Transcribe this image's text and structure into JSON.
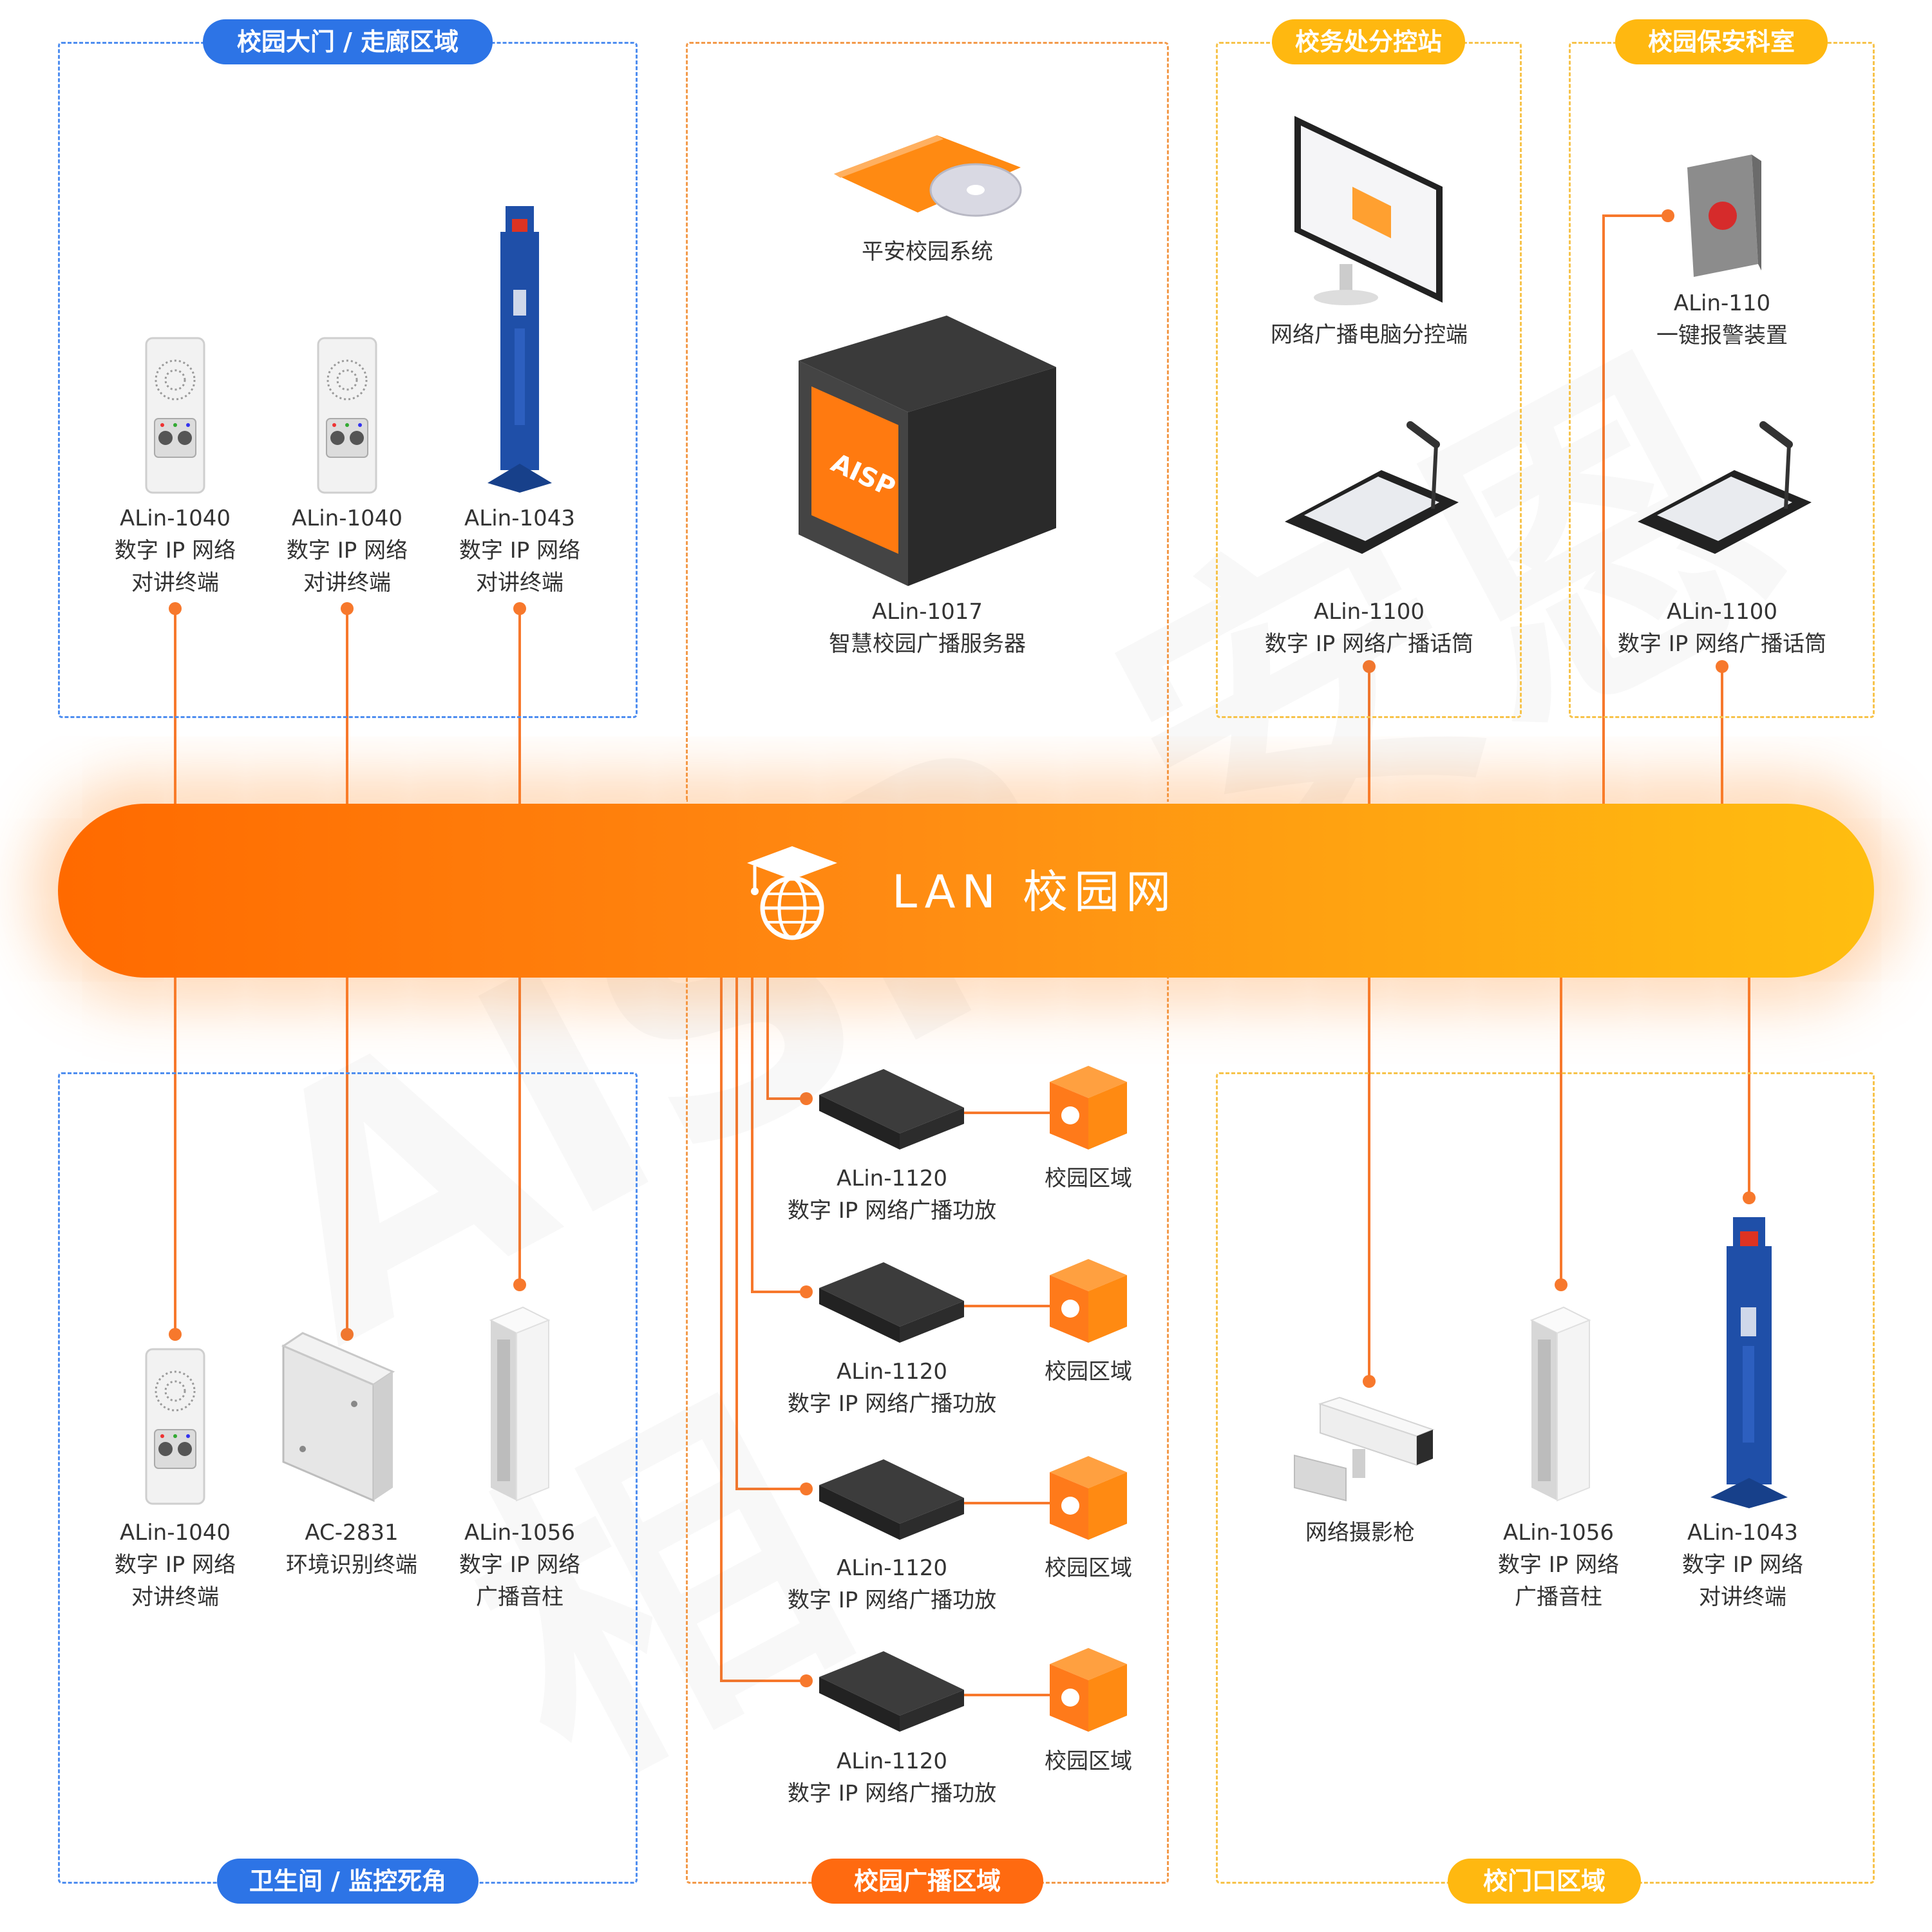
{
  "lan": {
    "title": "LAN 校园网"
  },
  "zones": {
    "gate": "校园大门 / 走廊区域",
    "toilet": "卫生间 / 监控死角",
    "broadcast": "校园广播区域",
    "office": "校务处分控站",
    "security": "校园保安科室",
    "school_gate": "校门口区域"
  },
  "devices": {
    "top_intercom_1": {
      "model": "ALin-1040",
      "line1": "数字 IP 网络",
      "line2": "对讲终端"
    },
    "top_intercom_2": {
      "model": "ALin-1040",
      "line1": "数字 IP 网络",
      "line2": "对讲终端"
    },
    "top_pillar": {
      "model": "ALin-1043",
      "line1": "数字 IP 网络",
      "line2": "对讲终端"
    },
    "system_software": {
      "name": "平安校园系统"
    },
    "server": {
      "model": "ALin-1017",
      "line1": "智慧校园广播服务器"
    },
    "pc_terminal": {
      "name": "网络广播电脑分控端"
    },
    "mic_office": {
      "model": "ALin-1100",
      "line1": "数字 IP 网络广播话筒"
    },
    "alarm": {
      "model": "ALin-110",
      "line1": "一键报警装置"
    },
    "mic_security": {
      "model": "ALin-1100",
      "line1": "数字 IP 网络广播话筒"
    },
    "bottom_intercom": {
      "model": "ALin-1040",
      "line1": "数字 IP 网络",
      "line2": "对讲终端"
    },
    "env_sensor": {
      "model": "AC-2831",
      "line1": "环境识别终端"
    },
    "column_speaker_1": {
      "model": "ALin-1056",
      "line1": "数字 IP 网络",
      "line2": "广播音柱"
    },
    "amps": [
      {
        "model": "ALin-1120",
        "line1": "数字 IP 网络广播功放",
        "area": "校园区域"
      },
      {
        "model": "ALin-1120",
        "line1": "数字 IP 网络广播功放",
        "area": "校园区域"
      },
      {
        "model": "ALin-1120",
        "line1": "数字 IP 网络广播功放",
        "area": "校园区域"
      },
      {
        "model": "ALin-1120",
        "line1": "数字 IP 网络广播功放",
        "area": "校园区域"
      }
    ],
    "camera": {
      "name": "网络摄影枪"
    },
    "column_speaker_2": {
      "model": "ALin-1056",
      "line1": "数字 IP 网络",
      "line2": "广播音柱"
    },
    "bottom_pillar": {
      "model": "ALin-1043",
      "line1": "数字 IP 网络",
      "line2": "对讲终端"
    }
  },
  "brand": {
    "logo_text": "AISP",
    "watermark": "AISP 安恩相"
  },
  "colors": {
    "line": "#f7782c",
    "blue": "#2d74e6",
    "orange": "#ff6a10",
    "yellow": "#ffb810",
    "pillar": "#1f4fa8"
  }
}
